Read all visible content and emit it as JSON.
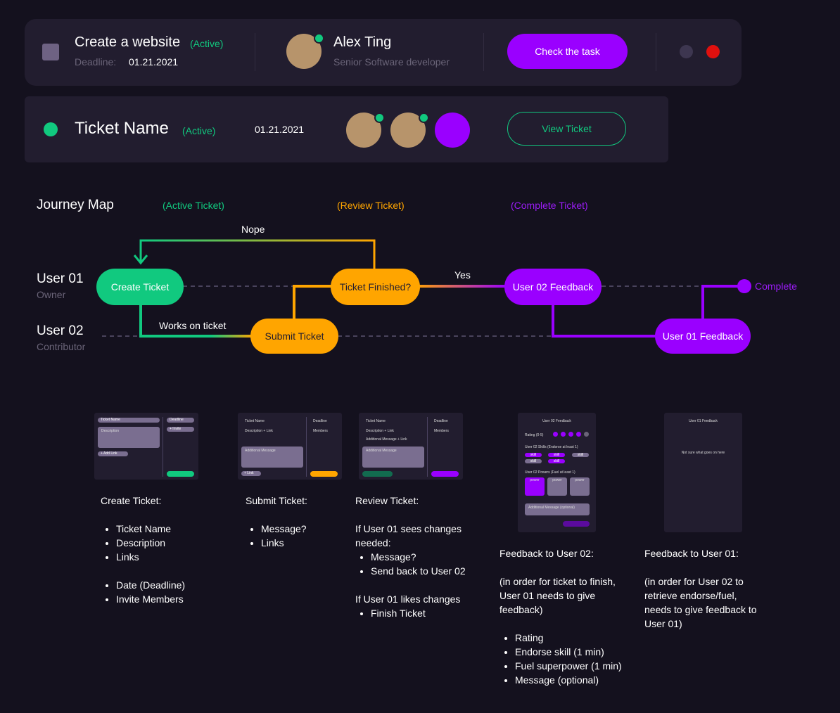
{
  "task_card": {
    "title": "Create a website",
    "status": "(Active)",
    "deadline_label": "Deadline:",
    "deadline_value": "01.21.2021",
    "user_name": "Alex Ting",
    "user_role": "Senior Software developer",
    "button_label": "Check the task"
  },
  "ticket_card": {
    "title": "Ticket Name",
    "status": "(Active)",
    "date": "01.21.2021",
    "button_label": "View Ticket"
  },
  "journey": {
    "title": "Journey Map",
    "phase_active": "(Active Ticket)",
    "phase_review": "(Review Ticket)",
    "phase_complete": "(Complete Ticket)",
    "lanes": [
      {
        "name": "User 01",
        "role": "Owner"
      },
      {
        "name": "User 02",
        "role": "Contributor"
      }
    ],
    "nodes": {
      "create": "Create Ticket",
      "finished": "Ticket Finished?",
      "submit": "Submit Ticket",
      "u2_feedback": "User 02 Feedback",
      "u1_feedback": "User 01 Feedback"
    },
    "labels": {
      "nope": "Nope",
      "yes": "Yes",
      "works": "Works on ticket",
      "complete": "Complete"
    }
  },
  "mockups": {
    "create": {
      "ticket_name": "Ticket Name",
      "description": "Description",
      "add_link": "+ Add Link",
      "deadline": "Deadline",
      "invite": "+ Invite"
    },
    "submit": {
      "ticket_name": "Ticket Name",
      "desc_link": "Description + Link",
      "deadline": "Deadline",
      "members": "Members",
      "additional_message": "Additional Message",
      "link": "+ Link"
    },
    "review": {
      "ticket_name": "Ticket Name",
      "desc_link": "Description + Link",
      "addmsg_link": "Additional Message + Link",
      "deadline": "Deadline",
      "members": "Members",
      "additional_message": "Additional Message"
    },
    "u2_feedback": {
      "title": "User 02 Feedback",
      "rating": "Rating (0-5)",
      "rating_value": 4,
      "rating_max": 5,
      "skills": "User 02 Skills (Endorse at least 1)",
      "skill": "skill",
      "powers": "User 02 Powers (Fuel at least 1)",
      "power": "power",
      "message": "Additional Message (optional)"
    },
    "u1_feedback": {
      "title": "User 01 Feedback",
      "note": "Not sure what goes on here"
    }
  },
  "descriptions": {
    "create": {
      "heading": "Create Ticket:",
      "list1": [
        "Ticket Name",
        "Description",
        "Links"
      ],
      "list2": [
        "Date (Deadline)",
        "Invite Members"
      ]
    },
    "submit": {
      "heading": "Submit Ticket:",
      "list": [
        "Message?",
        "Links"
      ]
    },
    "review": {
      "heading": "Review Ticket:",
      "para1": "If User 01 sees changes needed:",
      "list1": [
        "Message?",
        "Send back to User 02"
      ],
      "para2": "If User 01 likes changes",
      "list2": [
        "Finish Ticket"
      ]
    },
    "u2": {
      "heading": "Feedback to User 02:",
      "para": "(in order for ticket to finish, User 01 needs to give feedback)",
      "list": [
        "Rating",
        "Endorse skill (1 min)",
        "Fuel superpower (1 min)",
        "Message (optional)"
      ]
    },
    "u1": {
      "heading": "Feedback to User 01:",
      "para": "(in order for User 02 to retrieve endorse/fuel, needs to give feedback to User 01)"
    }
  },
  "colors": {
    "background": "#14111e",
    "card": "#221d2f",
    "green": "#11c97f",
    "orange": "#ffa500",
    "purple": "#9a1cf5",
    "red": "#e0100e"
  }
}
